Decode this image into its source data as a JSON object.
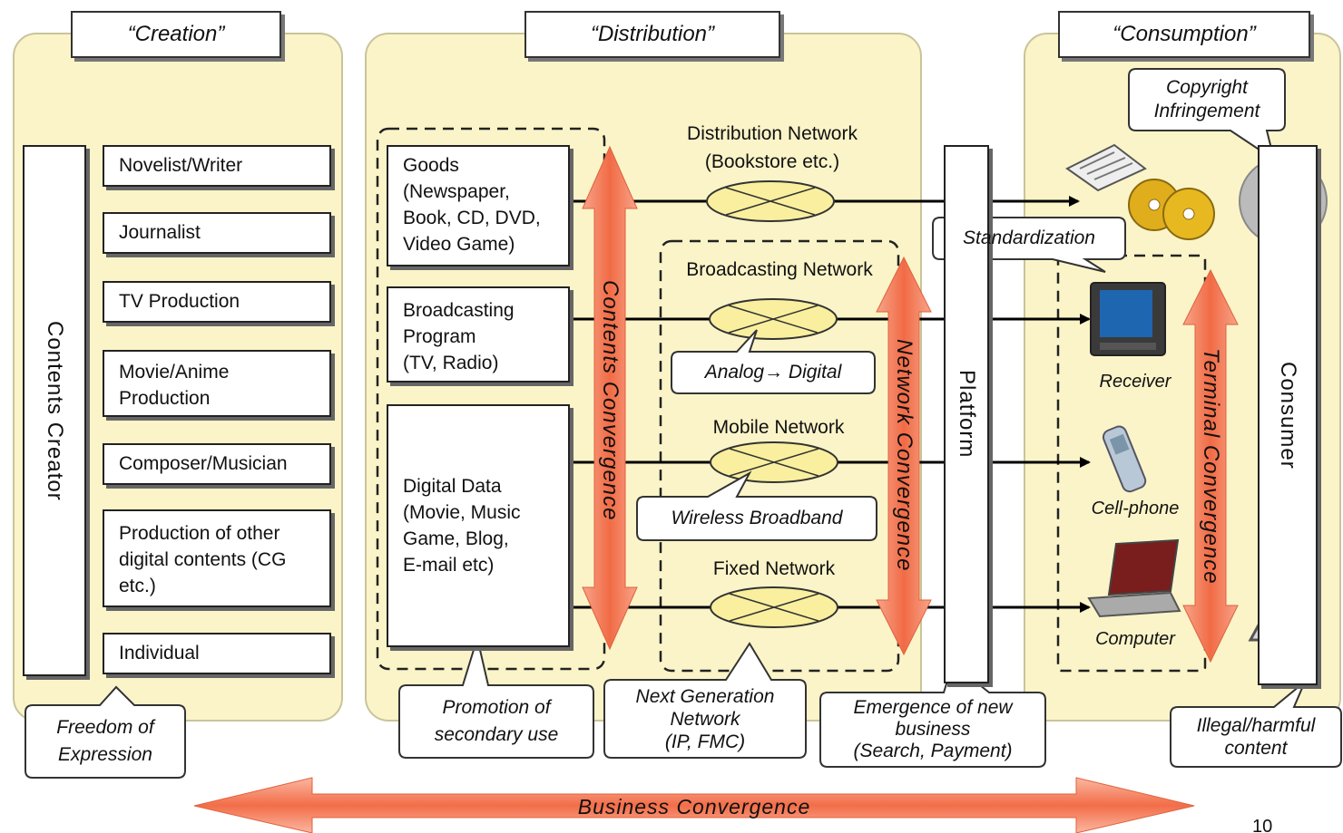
{
  "headers": {
    "creation": "“Creation”",
    "distribution": "“Distribution”",
    "consumption": "“Consumption”"
  },
  "creation": {
    "vertical_label": "Contents Creator",
    "items": [
      "Novelist/Writer",
      "Journalist",
      "TV Production",
      "Movie/Anime\nProduction",
      "Composer/Musician",
      "Production of other\ndigital contents (CG\netc.)",
      "Individual"
    ]
  },
  "contents": {
    "items": [
      "Goods\n(Newspaper,\nBook, CD, DVD,\nVideo Game)",
      "Broadcasting\nProgram\n(TV, Radio)",
      "Digital Data\n(Movie, Music\nGame, Blog,\nE-mail etc)"
    ],
    "convergence_label": "Contents Convergence"
  },
  "networks": {
    "distribution": "Distribution Network\n(Bookstore etc.)",
    "broadcasting": "Broadcasting Network",
    "mobile": "Mobile Network",
    "fixed": "Fixed Network",
    "convergence_label": "Network Convergence"
  },
  "platform_label": "Platform",
  "consumer_label": "Consumer",
  "terminal_convergence_label": "Terminal Convergence",
  "devices": [
    "Receiver",
    "Cell-phone",
    "Computer"
  ],
  "callouts": {
    "copyright": "Copyright\nInfringement",
    "standardization": "Standardization",
    "analog_digital": "Analog→ Digital",
    "wireless": "Wireless Broadband",
    "freedom": "Freedom of\nExpression",
    "promotion": "Promotion of\nsecondary use",
    "ngn": "Next Generation\nNetwork\n(IP, FMC)",
    "new_business": "Emergence of new\nbusiness\n(Search, Payment)",
    "illegal": "Illegal/harmful\ncontent"
  },
  "business_convergence": "Business Convergence",
  "page_number": "10",
  "colors": {
    "panel": "#fbf4c8",
    "arrow": "#f27a55",
    "ellipse": "#f9ef9e"
  }
}
